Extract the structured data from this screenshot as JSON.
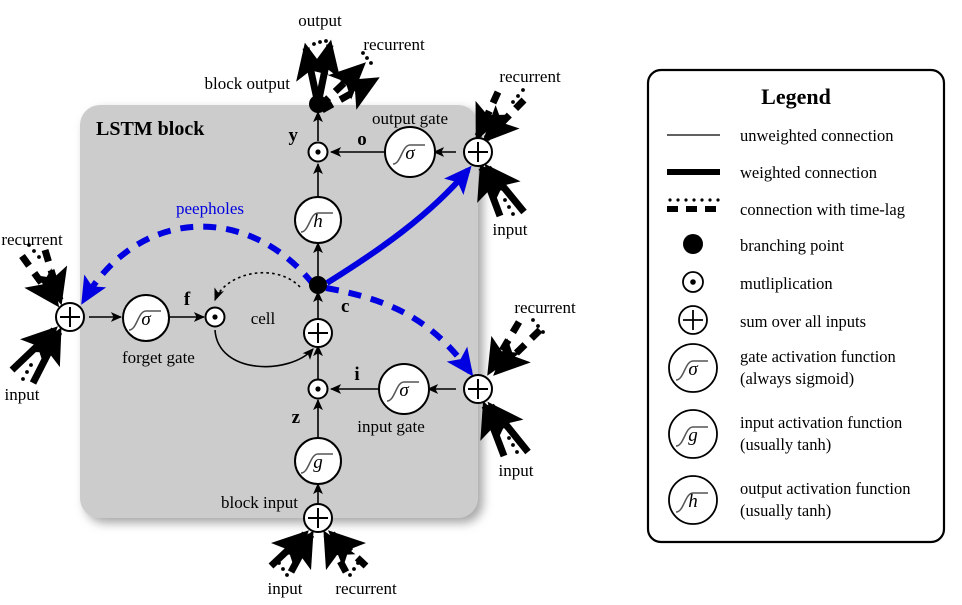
{
  "diagram": {
    "block_title": "LSTM block",
    "peepholes_label": "peepholes",
    "cell_label": "cell",
    "gates": {
      "forget": "forget gate",
      "input": "input gate",
      "output": "output gate"
    },
    "io_labels": {
      "block_output": "block output",
      "block_input": "block input",
      "output": "output",
      "recurrent": "recurrent",
      "input": "input"
    },
    "signals": {
      "y": "y",
      "o": "o",
      "c": "c",
      "f": "f",
      "i": "i",
      "z": "z"
    },
    "activations": {
      "sigma": "σ",
      "g": "g",
      "h": "h"
    },
    "colors": {
      "peephole": "#0000e0",
      "block_fill": "#cccccc",
      "stroke": "#000000"
    }
  },
  "legend": {
    "title": "Legend",
    "items": [
      {
        "glyph": "thin-line",
        "label": "unweighted connection"
      },
      {
        "glyph": "thick-line",
        "label": "weighted connection"
      },
      {
        "glyph": "dashed-line",
        "label": "connection with time-lag"
      },
      {
        "glyph": "filled-dot",
        "label": "branching point"
      },
      {
        "glyph": "circled-dot",
        "label": "mutliplication"
      },
      {
        "glyph": "circled-plus",
        "label": "sum over all inputs"
      },
      {
        "glyph": "sigma-circle",
        "label": "gate activation function",
        "label2": "(always sigmoid)"
      },
      {
        "glyph": "g-circle",
        "label": "input activation function",
        "label2": "(usually tanh)"
      },
      {
        "glyph": "h-circle",
        "label": "output activation function",
        "label2": "(usually tanh)"
      }
    ]
  }
}
